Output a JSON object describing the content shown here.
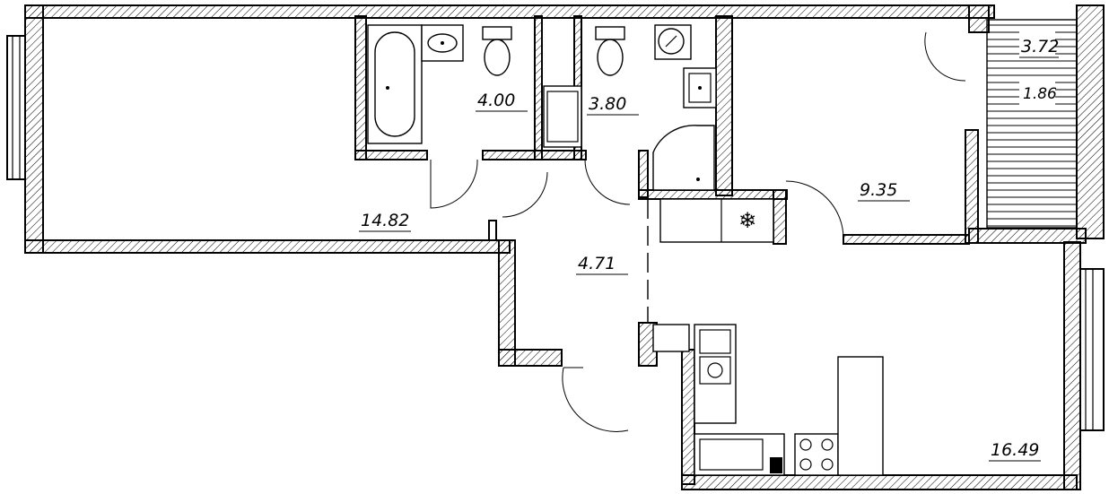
{
  "rooms": [
    {
      "id": "bedroom",
      "area": "14.82"
    },
    {
      "id": "bathroom",
      "area": "4.00"
    },
    {
      "id": "toilet",
      "area": "3.80"
    },
    {
      "id": "hall",
      "area": "4.71"
    },
    {
      "id": "room",
      "area": "9.35"
    },
    {
      "id": "kitchen",
      "area": "16.49"
    },
    {
      "id": "balcony",
      "area": "3.72"
    },
    {
      "id": "balcony-reduced",
      "area": "1.86"
    }
  ],
  "icons": [
    "bathtub-icon",
    "sink-icon",
    "toilet-icon",
    "shower-icon",
    "boiler-icon",
    "fridge-icon",
    "stove-icon",
    "washing-machine-icon"
  ]
}
